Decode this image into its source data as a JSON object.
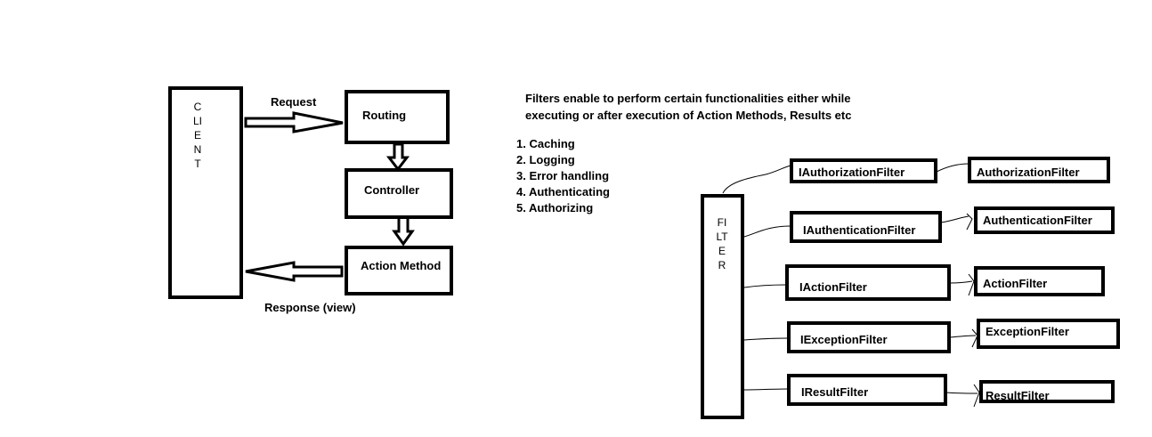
{
  "flow": {
    "client_label": "CLIENT",
    "request_label": "Request",
    "response_label": "Response (view)",
    "routing_label": "Routing",
    "controller_label": "Controller",
    "action_method_label": "Action Method"
  },
  "description": {
    "line1": "Filters enable to perform certain functionalities either while",
    "line2": "executing or after execution of Action Methods, Results etc"
  },
  "uses": [
    "1. Caching",
    "2. Logging",
    "3. Error handling",
    "4. Authenticating",
    "5. Authorizing"
  ],
  "filter": {
    "label": "FILTER",
    "interfaces": [
      "IAuthorizationFilter",
      "IAuthenticationFilter",
      "IActionFilter",
      "IExceptionFilter",
      "IResultFilter"
    ],
    "implementations": [
      "AuthorizationFilter",
      "AuthenticationFilter",
      "ActionFilter",
      "ExceptionFilter",
      "ResultFilter"
    ]
  }
}
